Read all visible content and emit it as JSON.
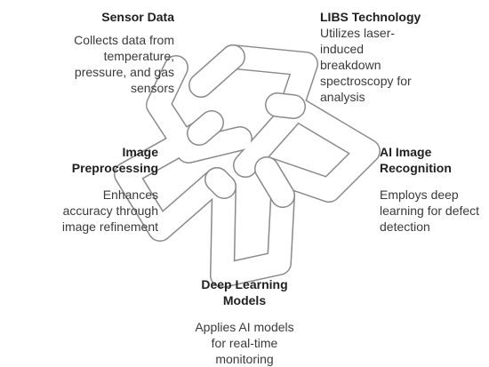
{
  "nodes": {
    "sensor": {
      "title": "Sensor Data",
      "desc": [
        "Collects data from",
        "temperature,",
        "pressure, and gas",
        "sensors"
      ]
    },
    "libs": {
      "title": "LIBS Technology",
      "desc": [
        "Utilizes laser-",
        "induced",
        "breakdown",
        "spectroscopy for",
        "analysis"
      ]
    },
    "image": {
      "title": [
        "Image",
        "Preprocessing"
      ],
      "desc": [
        "Enhances",
        "accuracy through",
        "image refinement"
      ]
    },
    "ai": {
      "title": [
        "AI Image",
        "Recognition"
      ],
      "desc": [
        "Employs deep",
        "learning for defect",
        "detection"
      ]
    },
    "deep": {
      "title": [
        "Deep Learning",
        "Models"
      ],
      "desc": [
        "Applies AI models",
        "for real-time",
        "monitoring"
      ]
    }
  },
  "colors": {
    "knot_stroke": "#8a8a8a",
    "knot_fill": "#ffffff",
    "title_text": "#1f1f1f",
    "body_text": "#3a3a3a"
  }
}
